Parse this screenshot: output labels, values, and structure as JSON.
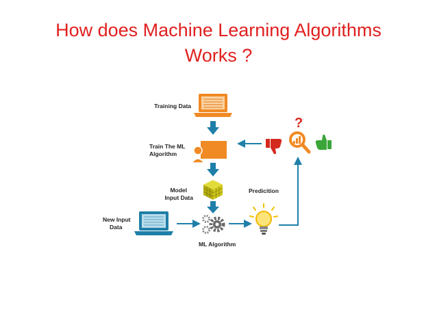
{
  "slide": {
    "title_line1": "How does Machine Learning Algorithms",
    "title_line2": "Works ?"
  },
  "diagram": {
    "labels": {
      "training_data": "Training Data",
      "train_line1": "Train The  ML",
      "train_line2": "Algorithm",
      "model_line1": "Model",
      "model_line2": "Input Data",
      "new_input_line1": "New Input",
      "new_input_line2": "Data",
      "ml_algorithm": "ML  Algorithm",
      "prediction": "Predicition",
      "question_mark": "?"
    },
    "icons": [
      "laptop-icon",
      "trainer-icon",
      "cube-icon",
      "gears-icon",
      "lightbulb-icon",
      "magnifier-icon",
      "thumbs-up-icon",
      "thumbs-down-icon"
    ],
    "colors": {
      "title": "#e0201f",
      "orange": "#f08a24",
      "arrow_blue": "#1f7fa8",
      "cube_yellow": "#c9c21a",
      "gear_gray": "#6b6b6b",
      "thumb_red": "#d42a1e",
      "thumb_green": "#3aa63a"
    }
  }
}
